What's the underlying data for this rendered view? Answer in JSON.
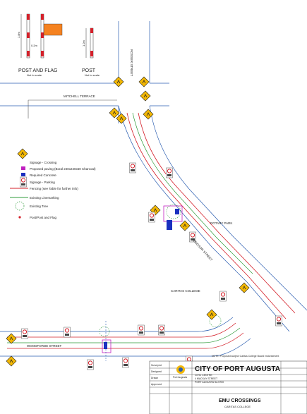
{
  "details": {
    "post_and_flag": {
      "title": "POST AND FLAG",
      "note": "Not to scale",
      "dim_height": "1.8m",
      "dim_width": "0.2m"
    },
    "post": {
      "title": "POST",
      "note": "Not to scale",
      "dim_height": "1.2m"
    }
  },
  "streets": {
    "rosser": "ROSSER STREET",
    "mitchell": "MITCHELL TERRACE",
    "windsor_a": "WINDSOR STREET",
    "woodforde": "WOODFORDE STREET"
  },
  "places": {
    "rotary_park": "ROTARY PARK",
    "caritas": "CARITAS COLLEGE"
  },
  "legend": {
    "items": [
      {
        "key": "crossing",
        "label": "Signage - Crossing",
        "symbol": "sign"
      },
      {
        "key": "paving",
        "label": "Proposed paving (Boral 240x240x50 Charcoal)",
        "symbol": "magenta-box"
      },
      {
        "key": "concrete",
        "label": "Required Concrete",
        "symbol": "blue-box"
      },
      {
        "key": "parking",
        "label": "Signage - Parking",
        "symbol": "parking"
      },
      {
        "key": "fencing",
        "label": "Fencing (see Table for further info)",
        "symbol": "red-line"
      },
      {
        "key": "linemarking",
        "label": "Existing Linemarking",
        "symbol": "green-line"
      },
      {
        "key": "tree",
        "label": "Existing Tree",
        "symbol": "tree"
      },
      {
        "key": "post",
        "label": "Post/Post and Flag",
        "symbol": "dot"
      }
    ]
  },
  "title_block": {
    "city": "CITY OF PORT AUGUSTA",
    "project": "EMU CROSSINGS",
    "sub": "CARITAS COLLEGE",
    "note": "NOTE: Proposed subject Caritas College Board endorsement",
    "address": [
      "CIVIC CENTRE",
      "4 MACKAY STREET",
      "PORT AUGUSTA SA 5700"
    ],
    "row_labels": [
      "Surveyed",
      "Designed",
      "Drawn",
      "Approved"
    ],
    "council_logo": "Port Augusta"
  },
  "colors": {
    "fence": "#d4202a",
    "lines": "#2a5db0",
    "linemark": "#2f9b3a",
    "paving": "#c020c0",
    "concrete": "#1a2fbf",
    "sign": "#f2b705"
  }
}
